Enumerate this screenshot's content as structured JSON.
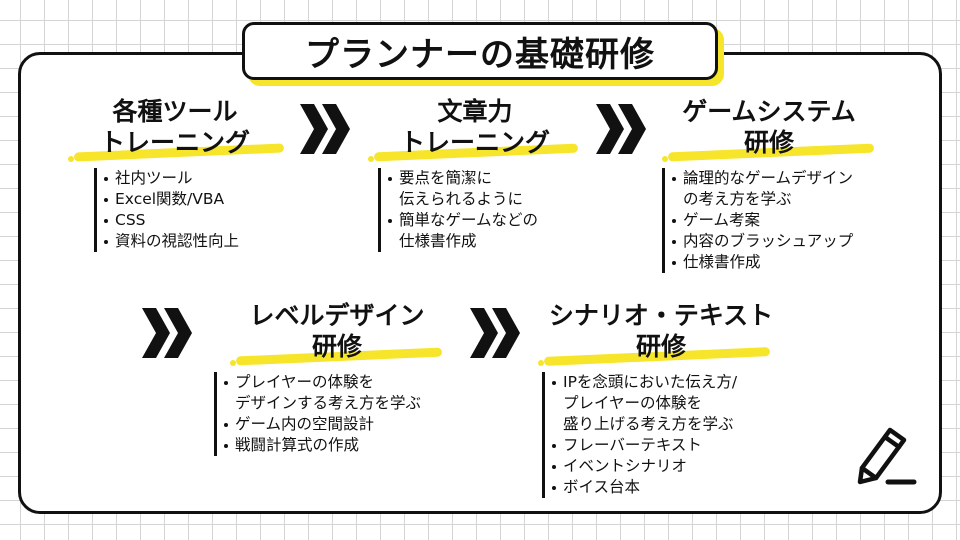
{
  "title": "プランナーの基礎研修",
  "sections": [
    {
      "title_lines": [
        "各種ツール",
        "トレーニング"
      ],
      "items": [
        {
          "lines": [
            "社内ツール"
          ]
        },
        {
          "lines": [
            "Excel関数/VBA"
          ]
        },
        {
          "lines": [
            "CSS"
          ]
        },
        {
          "lines": [
            "資料の視認性向上"
          ]
        }
      ]
    },
    {
      "title_lines": [
        "文章力",
        "トレーニング"
      ],
      "items": [
        {
          "lines": [
            "要点を簡潔に",
            "伝えられるように"
          ]
        },
        {
          "lines": [
            "簡単なゲームなどの",
            "仕様書作成"
          ]
        }
      ]
    },
    {
      "title_lines": [
        "ゲームシステム",
        "研修"
      ],
      "items": [
        {
          "lines": [
            "論理的なゲームデザイン",
            "の考え方を学ぶ"
          ]
        },
        {
          "lines": [
            "ゲーム考案"
          ]
        },
        {
          "lines": [
            "内容のブラッシュアップ"
          ]
        },
        {
          "lines": [
            "仕様書作成"
          ]
        }
      ]
    },
    {
      "title_lines": [
        "レベルデザイン",
        "研修"
      ],
      "items": [
        {
          "lines": [
            "プレイヤーの体験を",
            "デザインする考え方を学ぶ"
          ]
        },
        {
          "lines": [
            "ゲーム内の空間設計"
          ]
        },
        {
          "lines": [
            "戦闘計算式の作成"
          ]
        }
      ]
    },
    {
      "title_lines": [
        "シナリオ・テキスト",
        "研修"
      ],
      "items": [
        {
          "lines": [
            "IPを念頭においた伝え方/",
            "プレイヤーの体験を",
            "盛り上げる考え方を学ぶ"
          ]
        },
        {
          "lines": [
            "フレーバーテキスト"
          ]
        },
        {
          "lines": [
            "イベントシナリオ"
          ]
        },
        {
          "lines": [
            "ボイス台本"
          ]
        }
      ]
    }
  ],
  "colors": {
    "accent": "#f6e52a",
    "ink": "#111111",
    "grid": "#d4d4d4"
  },
  "icons": {
    "arrow": "double-chevron-right-icon",
    "pencil": "pencil-icon"
  }
}
